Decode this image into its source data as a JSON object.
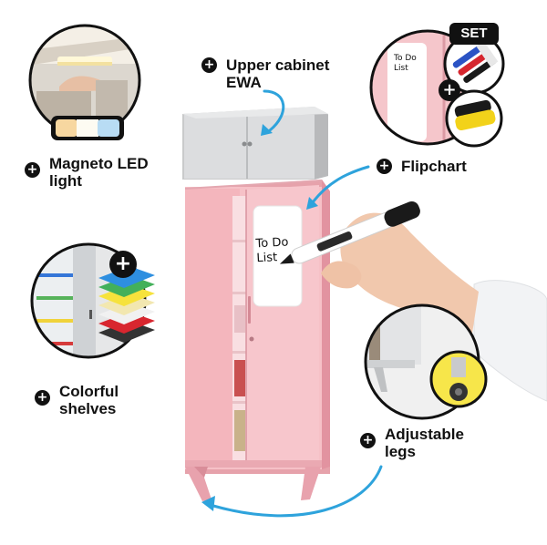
{
  "features": {
    "upper_cabinet": {
      "line1": "Upper cabinet",
      "line2": "EWA"
    },
    "magneto_led": {
      "line1": "Magneto LED",
      "line2": "light"
    },
    "flipchart": {
      "line1": "Flipchart"
    },
    "colorful_shelves": {
      "line1": "Colorful",
      "line2": "shelves"
    },
    "adjustable_legs": {
      "line1": "Adjustable",
      "line2": "legs"
    }
  },
  "badges": {
    "set": "SET",
    "plus": "+"
  },
  "whiteboard_text": {
    "line1": "To Do",
    "line2": "List"
  },
  "colors": {
    "cabinet_pink": "#f4b8bf",
    "cabinet_pink_dark": "#e49ca5",
    "upper_gray": "#d9dadb",
    "accent_blue": "#2ea3dc",
    "black": "#111111"
  },
  "icons": [
    "plus-icon",
    "curved-arrow-icon",
    "marker-icon",
    "eraser-icon",
    "led-light-icon",
    "hand-icon"
  ]
}
